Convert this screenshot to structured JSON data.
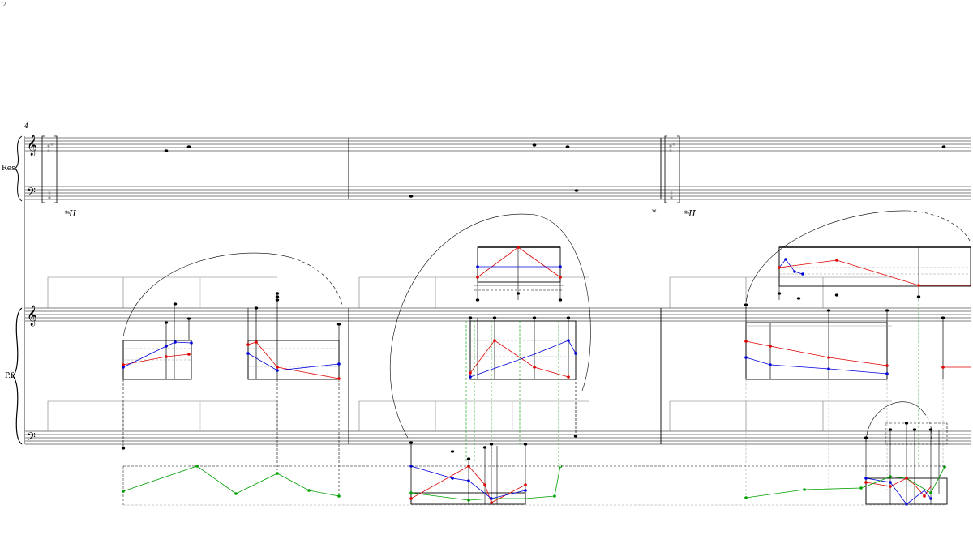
{
  "page": {
    "number": "2"
  },
  "system": {
    "measure_number": "4"
  },
  "instruments": {
    "res": {
      "label": "Res."
    },
    "pf": {
      "label": "P.f."
    }
  },
  "pedal": {
    "marking_1": "𝆮II",
    "release": "*",
    "marking_2": "𝆮II"
  },
  "colors": {
    "staff": "#000000",
    "guide": "#888888",
    "red_line": "#e00000",
    "blue_line": "#0000dd",
    "green_line": "#00a000"
  }
}
